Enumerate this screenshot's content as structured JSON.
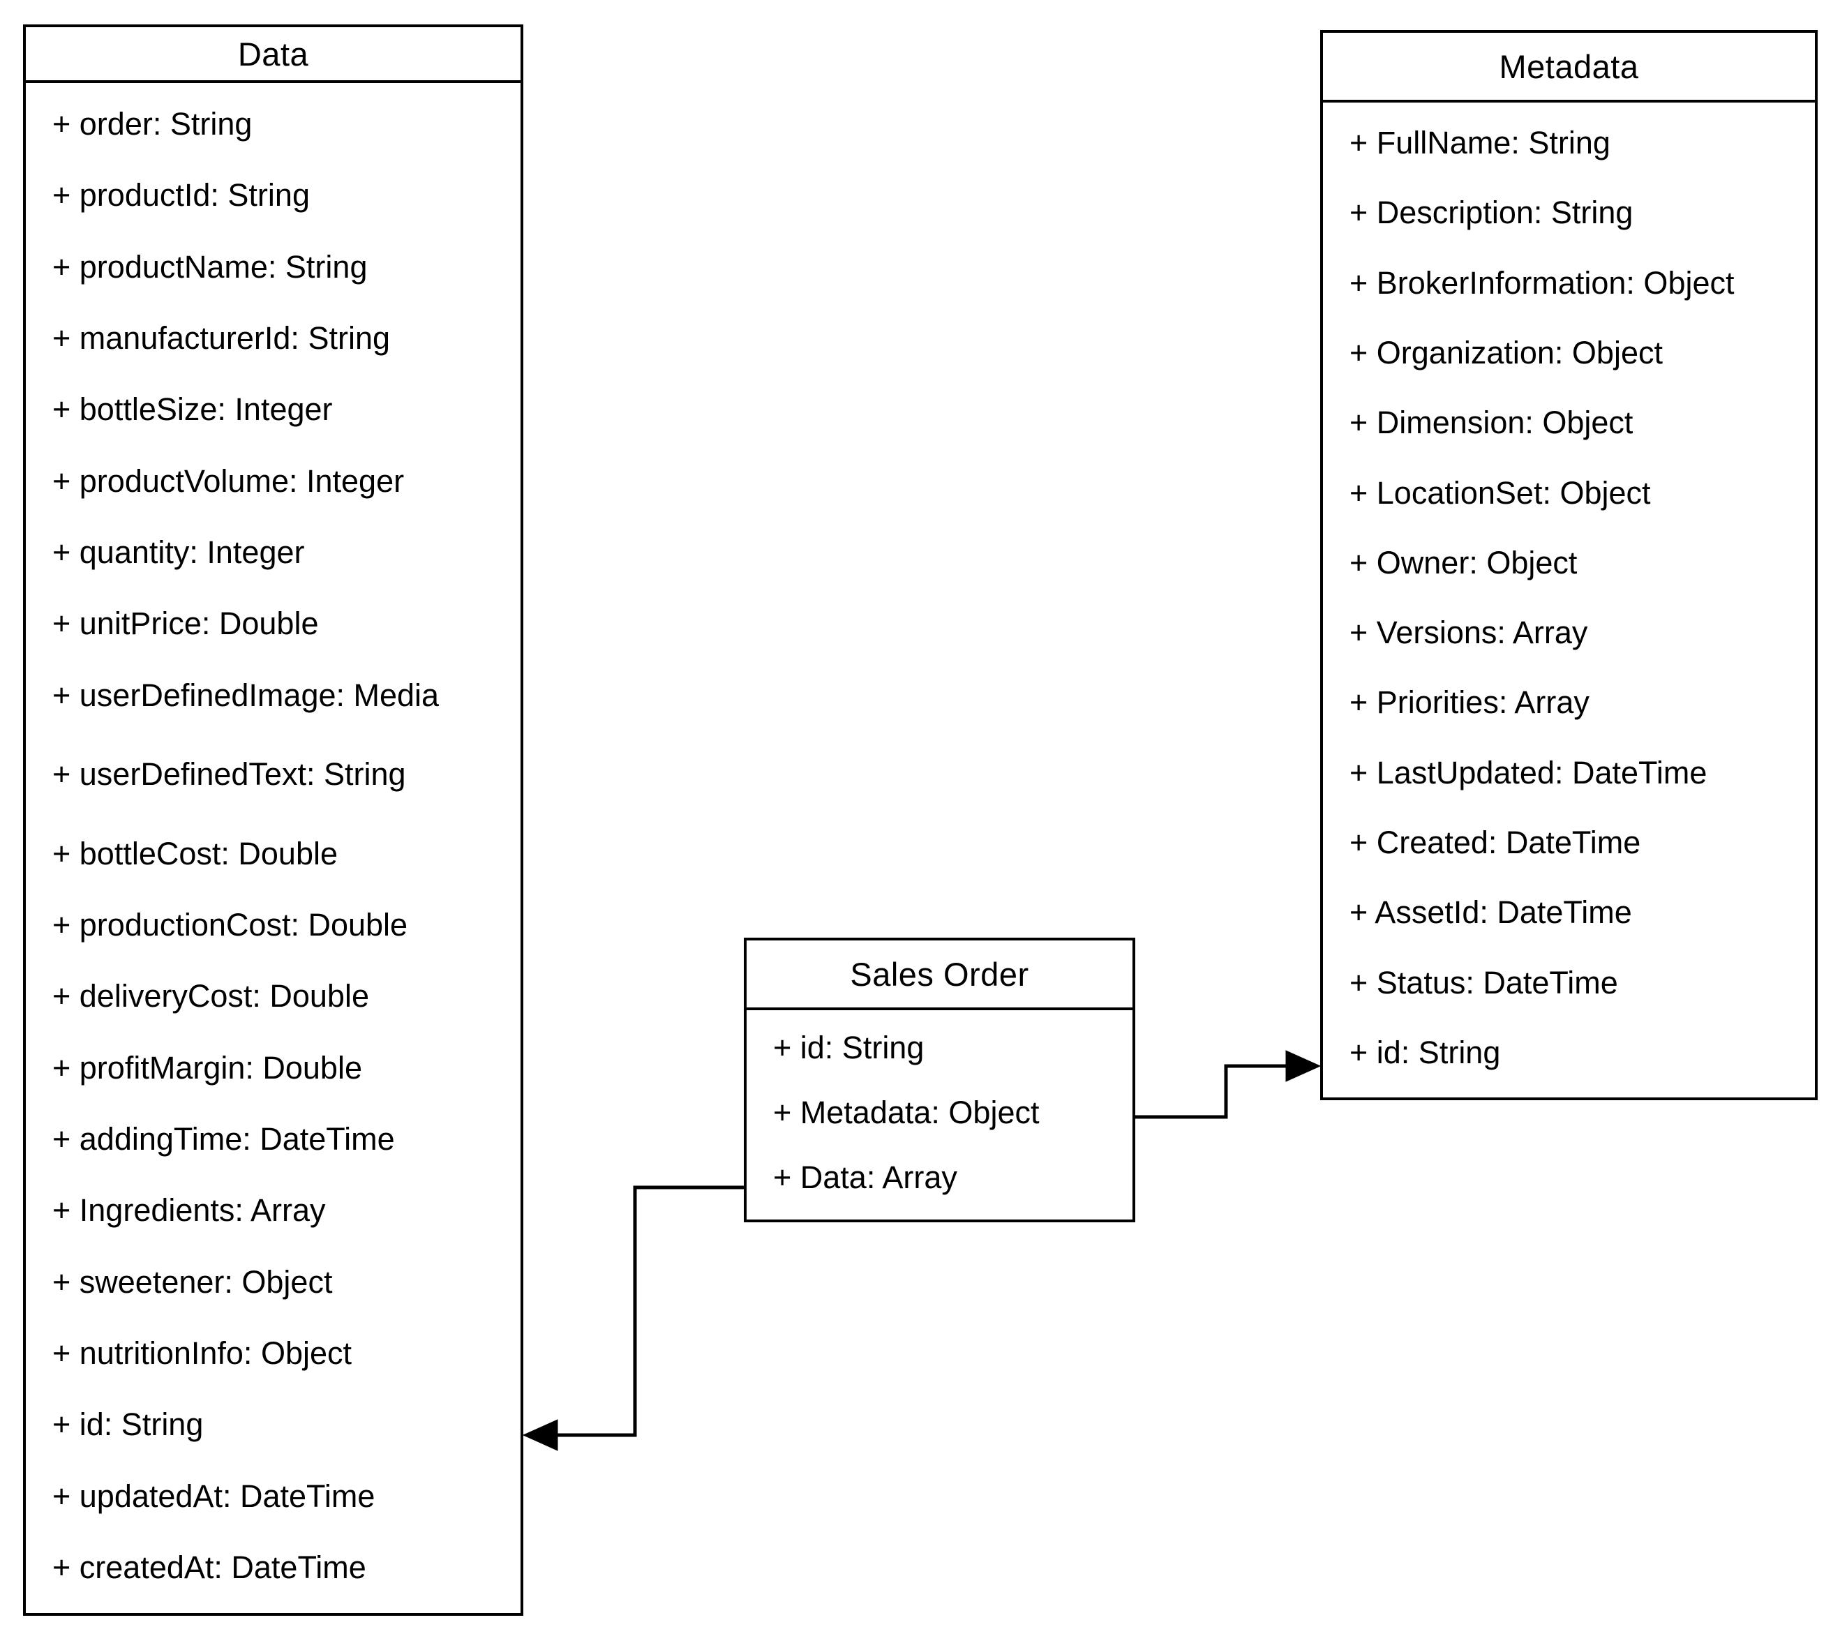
{
  "diagram": {
    "type": "uml-class-diagram",
    "background_color": "#ffffff",
    "stroke_color": "#000000",
    "text_color": "#000000",
    "classes": [
      {
        "title": "Data",
        "fields": [
          "+ order: String",
          "+ productId: String",
          "+ productName: String",
          "+ manufacturerId: String",
          "+ bottleSize: Integer",
          "+ productVolume: Integer",
          "+ quantity: Integer",
          "+ unitPrice: Double",
          "+ userDefinedImage: Media",
          "+ userDefinedText: String",
          "+ bottleCost: Double",
          "+ productionCost: Double",
          "+ deliveryCost: Double",
          "+ profitMargin: Double",
          "+ addingTime: DateTime",
          "+ Ingredients: Array",
          "+ sweetener: Object",
          "+ nutritionInfo: Object",
          "+ id: String",
          "+ updatedAt: DateTime",
          "+ createdAt: DateTime"
        ]
      },
      {
        "title": "Sales Order",
        "fields": [
          "+ id: String",
          "+ Metadata: Object",
          "+ Data: Array"
        ]
      },
      {
        "title": "Metadata",
        "fields": [
          "+ FullName: String",
          "+ Description: String",
          "+ BrokerInformation: Object",
          "+ Organization: Object",
          "+ Dimension: Object",
          "+ LocationSet: Object",
          "+ Owner: Object",
          "+ Versions: Array",
          "+ Priorities: Array",
          "+ LastUpdated: DateTime",
          "+ Created: DateTime",
          "+ AssetId: DateTime",
          "+ Status: DateTime",
          "+ id: String"
        ]
      }
    ],
    "relations": [
      {
        "from_class": "Sales Order",
        "from_field": "+ Data: Array",
        "to_class": "Data",
        "to_field": "+ id: String",
        "style": "orthogonal",
        "arrowhead": "filled-triangle"
      },
      {
        "from_class": "Sales Order",
        "from_field": "+ Metadata: Object",
        "to_class": "Metadata",
        "to_field": "+ id: String",
        "style": "orthogonal",
        "arrowhead": "filled-triangle"
      }
    ]
  }
}
